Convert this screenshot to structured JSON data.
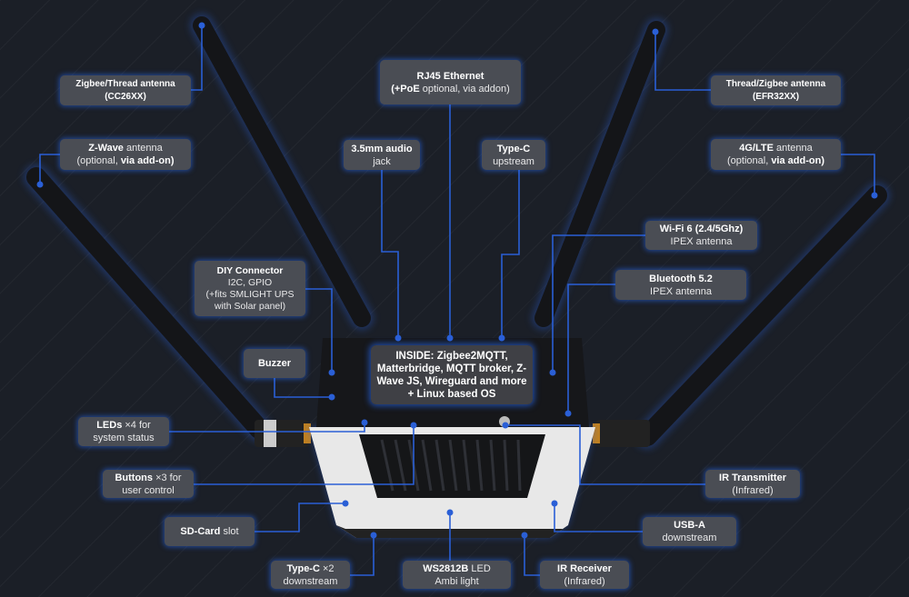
{
  "accent_color": "#2a5fd6",
  "inside_text": "INSIDE: Zigbee2MQTT, Matterbridge, MQTT broker, Z-Wave JS, Wireguard and more + Linux based OS",
  "labels": {
    "zigbee_cc": {
      "bold": "Zigbee/Thread antenna",
      "rest": "",
      "line2": "(CC26XX)"
    },
    "zwave": {
      "bold": "Z-Wave",
      "rest": " antenna",
      "line2a": "(optional, ",
      "line2b": "via add-on)"
    },
    "rj45": {
      "bold": "RJ45 Ethernet",
      "rest": "",
      "line2a": "(+PoE",
      "line2b": " optional, via addon)"
    },
    "audio": {
      "bold": "3.5mm audio",
      "line2": "jack"
    },
    "typec_up": {
      "bold": "Type-C",
      "line2": "upstream"
    },
    "thread_efr": {
      "bold": "Thread/Zigbee antenna",
      "line2": "(EFR32XX)"
    },
    "lte": {
      "bold": "4G/LTE",
      "rest": " antenna",
      "line2a": "(optional, ",
      "line2b": "via add-on)"
    },
    "wifi": {
      "bold": "Wi-Fi 6 (2.4/5Ghz)",
      "line2": "IPEX antenna"
    },
    "bt": {
      "bold": "Bluetooth 5.2",
      "line2": "IPEX antenna"
    },
    "diy": {
      "bold": "DIY Connector",
      "line2": "I2C, GPIO",
      "line3": "(+fits SMLIGHT UPS",
      "line4": "with Solar panel)"
    },
    "buzzer": {
      "bold": "Buzzer"
    },
    "leds": {
      "bold": "LEDs",
      "rest": " ×4 for",
      "line2": "system status"
    },
    "buttons": {
      "bold": "Buttons",
      "rest": " ×3 for",
      "line2": "user control"
    },
    "sd": {
      "bold": "SD-Card",
      "rest": " slot"
    },
    "typec_down": {
      "bold": "Type-C",
      "rest": " ×2",
      "line2": "downstream"
    },
    "ws2812": {
      "bold": "WS2812B",
      "rest": " LED",
      "line2": "Ambi light"
    },
    "ir_rx": {
      "bold": "IR Receiver",
      "line2": "(Infrared)"
    },
    "usba": {
      "bold": "USB-A",
      "line2": "downstream"
    },
    "ir_tx": {
      "bold": "IR Transmitter",
      "line2": "(Infrared)"
    }
  }
}
